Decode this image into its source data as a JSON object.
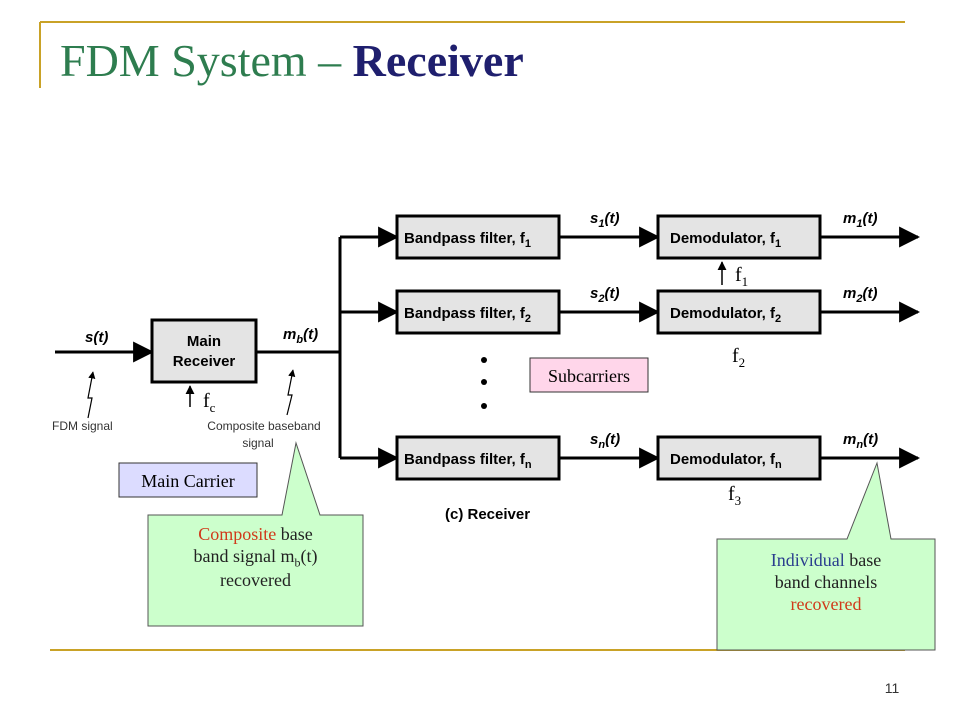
{
  "slide": {
    "title_main": "FDM System – ",
    "title_bold": "Receiver",
    "page_number": "11"
  },
  "diagram": {
    "input_signal": "s(t)",
    "input_caption": "FDM signal",
    "main_receiver": [
      "Main",
      "Receiver"
    ],
    "composite_signal": "m",
    "composite_sub": "b",
    "composite_arg": "(t)",
    "composite_caption": [
      "Composite baseband",
      "signal"
    ],
    "figure_caption": "(c) Receiver",
    "channels": [
      {
        "filter": "Bandpass filter, f",
        "filter_sub": "1",
        "signal": "s",
        "signal_sub": "1",
        "demod": "Demodulator, f",
        "demod_sub": "1",
        "output": "m",
        "output_sub": "1",
        "arg": "(t)"
      },
      {
        "filter": "Bandpass filter, f",
        "filter_sub": "2",
        "signal": "s",
        "signal_sub": "2",
        "demod": "Demodulator, f",
        "demod_sub": "2",
        "output": "m",
        "output_sub": "2",
        "arg": "(t)"
      },
      {
        "filter": "Bandpass filter, f",
        "filter_sub": "n",
        "signal": "s",
        "signal_sub": "n",
        "demod": "Demodulator, f",
        "demod_sub": "n",
        "output": "m",
        "output_sub": "n",
        "arg": "(t)"
      }
    ]
  },
  "annotations": {
    "fc": "f",
    "fc_sub": "c",
    "f1": "f",
    "f1_sub": "1",
    "f2": "f",
    "f2_sub": "2",
    "f3": "f",
    "f3_sub": "3",
    "subcarriers_label": "Subcarriers",
    "main_carrier_label": "Main Carrier"
  },
  "callouts": {
    "left": {
      "line1_red": "Composite",
      "line1_rest": " base",
      "line2": "band signal m",
      "line2_sub": "b",
      "line2_end": "(t)",
      "line3": "recovered"
    },
    "right": {
      "line1_blue": "Individual",
      "line1_rest": " base",
      "line2": "band channels",
      "line3_red": "recovered"
    }
  },
  "colors": {
    "title_green": "#2e7d4f",
    "title_navy": "#1f1f6e",
    "frame_gold": "#c9a227",
    "callout_fill": "#ccffcc",
    "subcarriers_fill": "#ffd6ea",
    "main_carrier_fill": "#dcdcff"
  }
}
